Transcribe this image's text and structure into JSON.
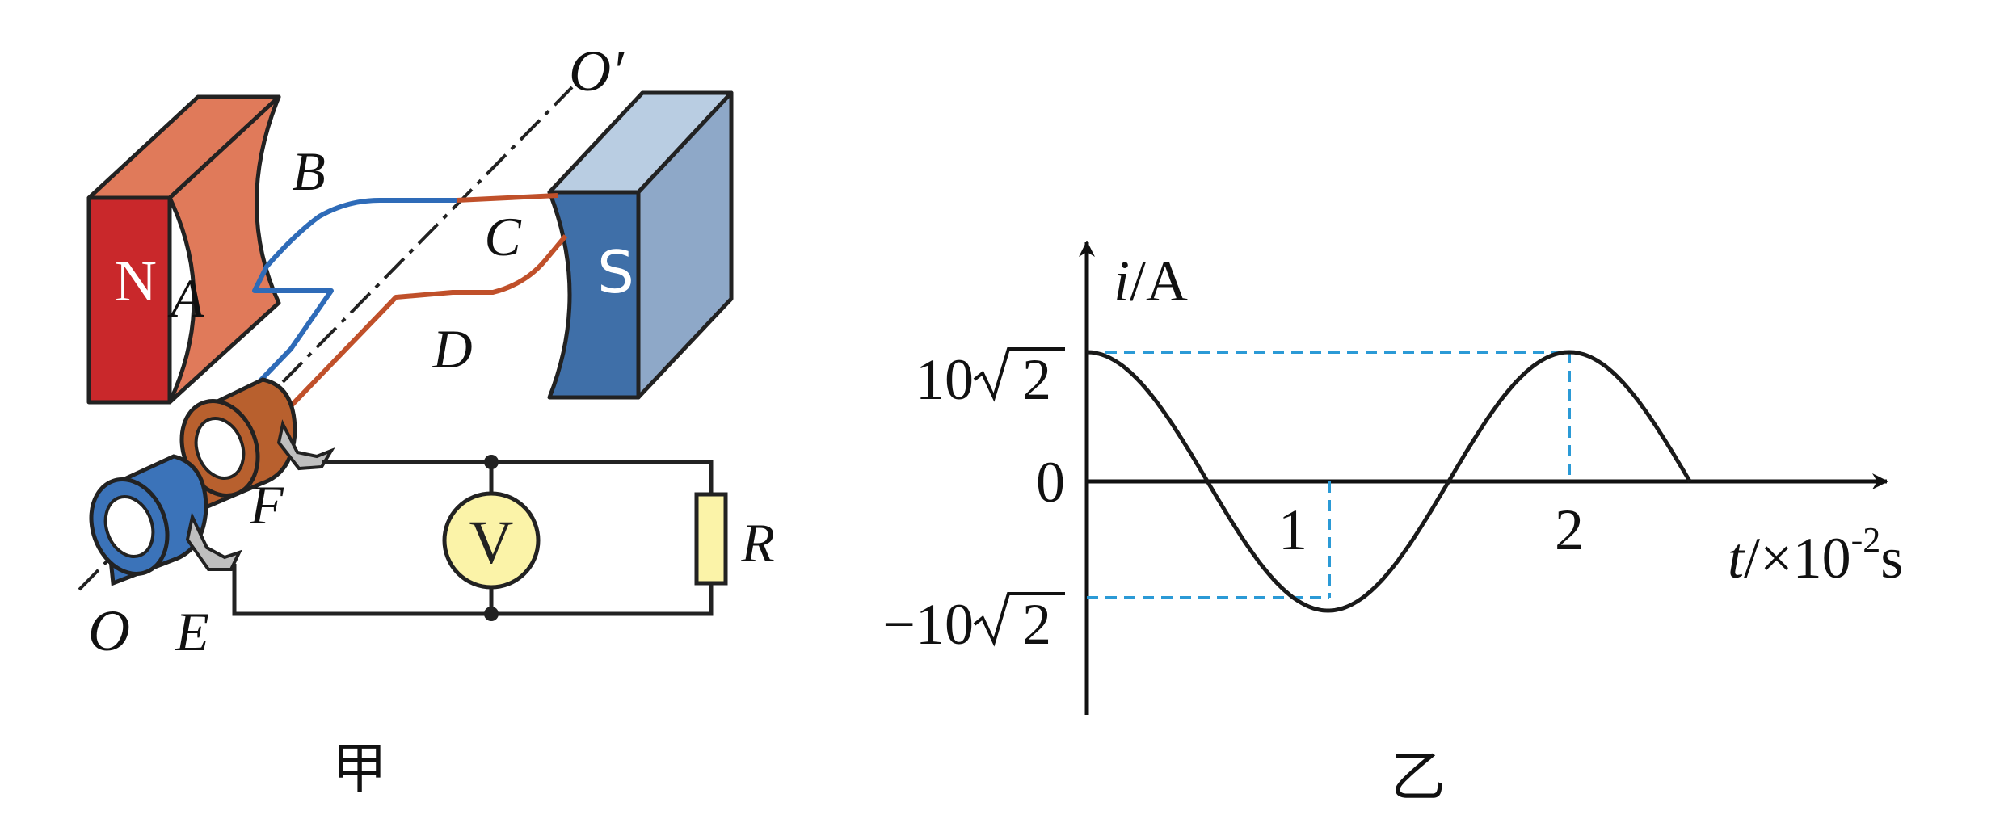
{
  "figure_left": {
    "caption": "甲",
    "magnet_north_label": "N",
    "magnet_south_label": "S",
    "coil_labels": {
      "a": "A",
      "b": "B",
      "c": "C",
      "d": "D"
    },
    "axis_labels": {
      "o": "O",
      "o_prime": "O′"
    },
    "ring_labels": {
      "e": "E",
      "f": "F"
    },
    "voltmeter_label": "V",
    "resistor_label": "R",
    "colors": {
      "magnet_north": "#c9282b",
      "magnet_north_face": "#e07a5a",
      "magnet_south": "#3f6fa8",
      "magnet_south_top": "#b9cde2",
      "magnet_south_side": "#8ea8c8",
      "coil_blue": "#2e6bb8",
      "coil_red": "#c0502a",
      "ring_blue": "#3b73b9",
      "ring_brown": "#b8602e",
      "voltmeter_fill": "#fbf3a8",
      "resistor_fill": "#fbf3a8"
    }
  },
  "figure_right": {
    "caption": "乙",
    "y_axis_label_var": "i",
    "y_axis_label_unit": "/A",
    "x_axis_label_var": "t",
    "x_axis_label_unit": "/×10",
    "x_axis_label_exp": "-2",
    "x_axis_label_suffix": "s",
    "y_tick_top_coef": "10",
    "y_tick_top_rad": "2",
    "y_tick_zero": "0",
    "y_tick_bottom_coef": "−10",
    "y_tick_bottom_rad": "2",
    "x_tick_1": "1",
    "x_tick_2": "2",
    "colors": {
      "curve": "#1a1a1a",
      "guide": "#2b9ad6"
    }
  },
  "chart_data": {
    "type": "line",
    "x_unit": "×10^-2 s",
    "y_unit": "A",
    "function": "i = 10√2 · cos(πt)",
    "amplitude": 14.142,
    "period": 2,
    "x_range": [
      0,
      2.5
    ],
    "points": [
      {
        "t": 0,
        "i": 14.142
      },
      {
        "t": 0.25,
        "i": 10.0
      },
      {
        "t": 0.5,
        "i": 0
      },
      {
        "t": 0.75,
        "i": -10.0
      },
      {
        "t": 1.0,
        "i": -14.142
      },
      {
        "t": 1.25,
        "i": -10.0
      },
      {
        "t": 1.5,
        "i": 0
      },
      {
        "t": 1.75,
        "i": 10.0
      },
      {
        "t": 2.0,
        "i": 14.142
      },
      {
        "t": 2.25,
        "i": 10.0
      },
      {
        "t": 2.5,
        "i": 0
      }
    ],
    "x_ticks": [
      1,
      2
    ],
    "y_ticks": [
      "10√2",
      "0",
      "−10√2"
    ]
  }
}
